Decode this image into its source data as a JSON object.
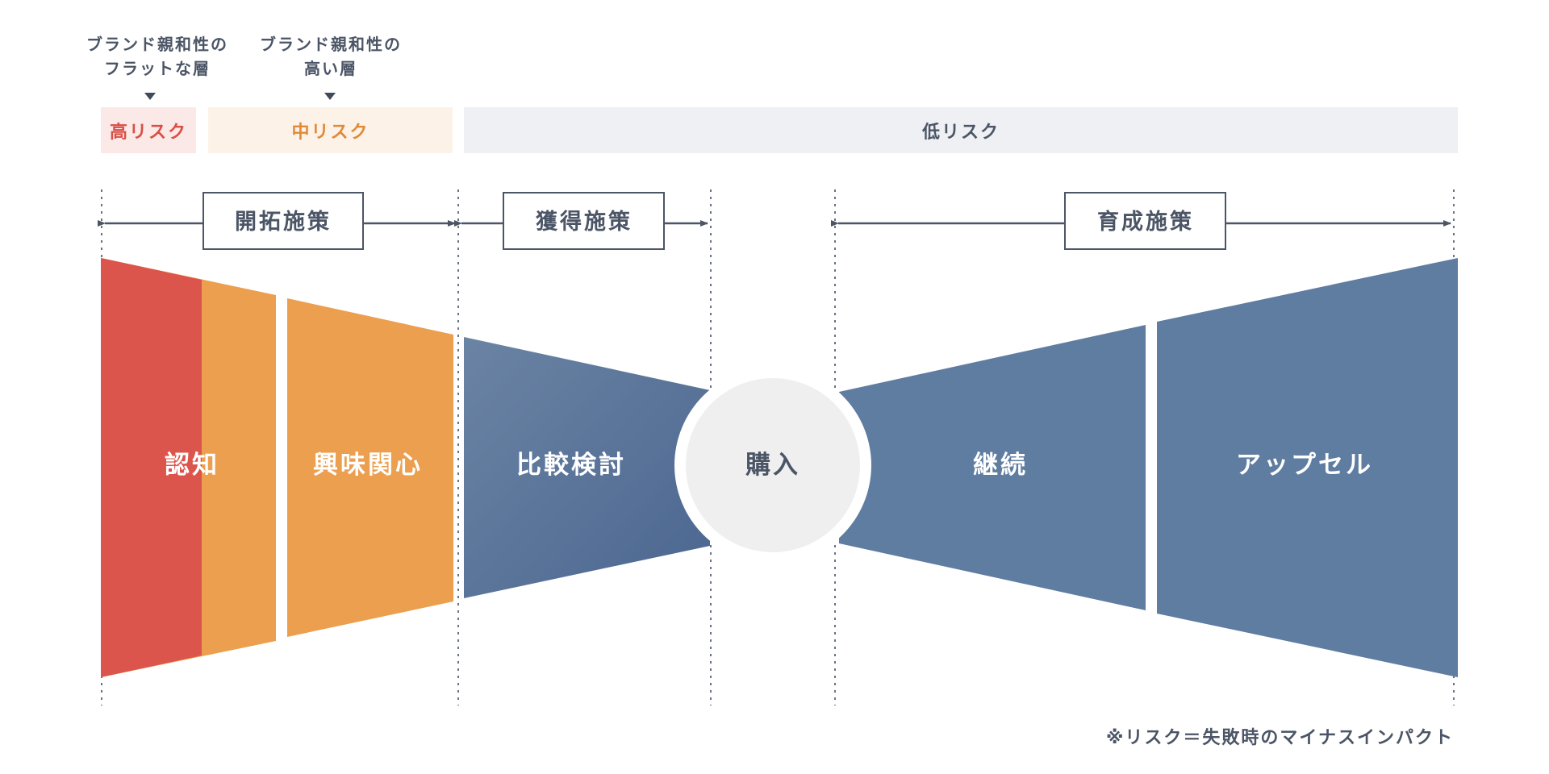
{
  "headers": {
    "flat": "ブランド親和性の\nフラットな層",
    "high": "ブランド親和性の\n高い層"
  },
  "risk": {
    "high": "高リスク",
    "mid": "中リスク",
    "low": "低リスク"
  },
  "measures": {
    "pioneer": "開拓施策",
    "acquire": "獲得施策",
    "nurture": "育成施策"
  },
  "stages": {
    "awareness": "認知",
    "interest": "興味関心",
    "comparison": "比較検討",
    "purchase": "購入",
    "retention": "継続",
    "upsell": "アップセル"
  },
  "footnote": "※リスク＝失敗時のマイナスインパクト",
  "colors": {
    "red": "#db554d",
    "orange": "#eb9f4f",
    "blue": "#5f7ca1",
    "blue_dark": "#4d6890",
    "blue_light": "#6b84a4",
    "circle": "#efefef",
    "text_dark": "#4b5566",
    "risk_high_bg": "#fbe9e7",
    "risk_mid_bg": "#fdf2e7",
    "risk_low_bg": "#eef0f3",
    "risk_high_text": "#d94f45",
    "risk_mid_text": "#e08a38",
    "risk_low_text": "#4b5566"
  }
}
